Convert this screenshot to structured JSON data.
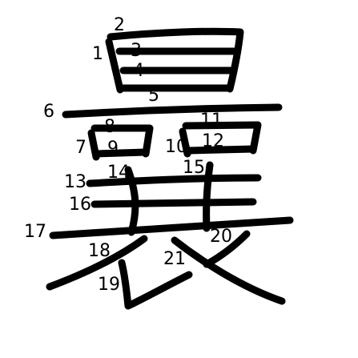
{
  "character": {
    "glyph": "曩"
  },
  "labels": {
    "n1": "1",
    "n2": "2",
    "n3": "3",
    "n4": "4",
    "n5": "5",
    "n6": "6",
    "n7": "7",
    "n8": "8",
    "n9": "9",
    "n10": "10",
    "n11": "11",
    "n12": "12",
    "n13": "13",
    "n14": "14",
    "n15": "15",
    "n16": "16",
    "n17": "17",
    "n18": "18",
    "n19": "19",
    "n20": "20",
    "n21": "21"
  },
  "colors": {
    "stroke": "#000000",
    "background": "#ffffff"
  }
}
